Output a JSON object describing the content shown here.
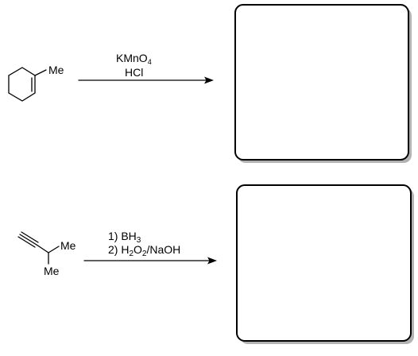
{
  "reaction_1": {
    "substituent": "Me",
    "reagent_line_1": {
      "base": "KMnO",
      "sub": "4"
    },
    "reagent_line_2": "HCl"
  },
  "reaction_2": {
    "substituent_upper": "Me",
    "substituent_lower": "Me",
    "reagent_line_1": {
      "prefix": "1) BH",
      "sub": "3"
    },
    "reagent_line_2": {
      "p1": "2) H",
      "s1": "2",
      "p2": "O",
      "s2": "2",
      "p3": "/NaOH"
    }
  },
  "colors": {
    "ink": "#000000",
    "box_shadow": "#b3b3b3"
  }
}
